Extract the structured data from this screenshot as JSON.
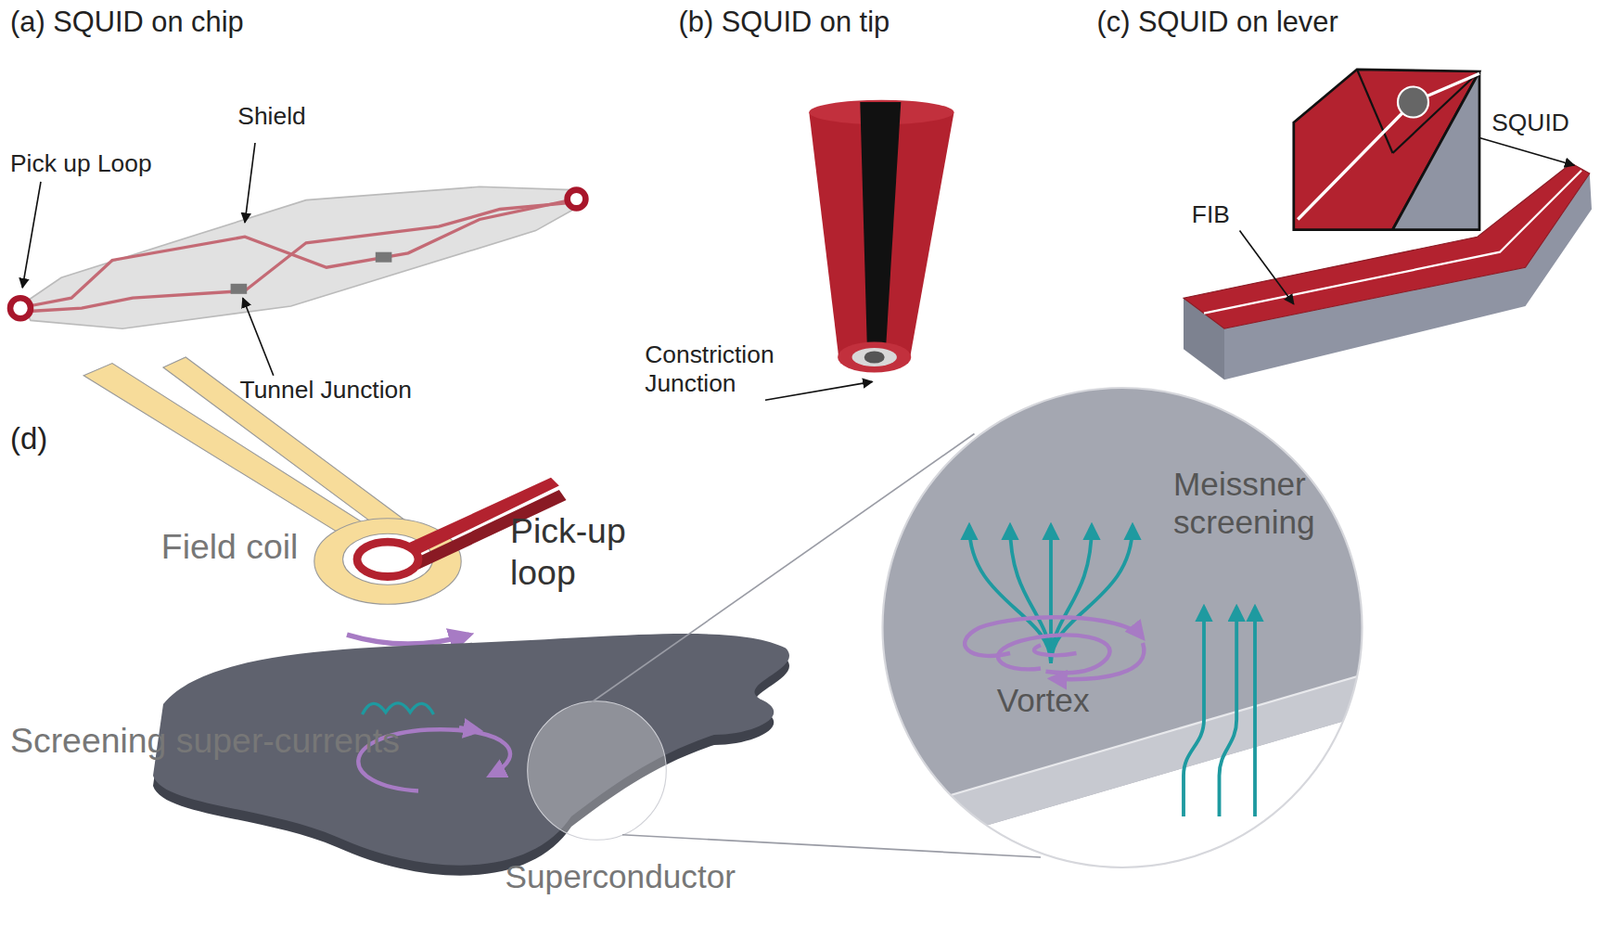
{
  "diagram": {
    "labels": [
      "(a) SQUID on chip",
      "(b) SQUID on tip",
      "(c) SQUID on lever",
      "Shield",
      "Pick up Loop",
      "Tunnel Junction",
      "Constriction Junction",
      "FIB",
      "SQUID",
      "(d)",
      "Field coil",
      "Pick-up loop",
      "Screening super-currents",
      "Superconductor",
      "Vortex",
      "Meissner screening"
    ]
  }
}
